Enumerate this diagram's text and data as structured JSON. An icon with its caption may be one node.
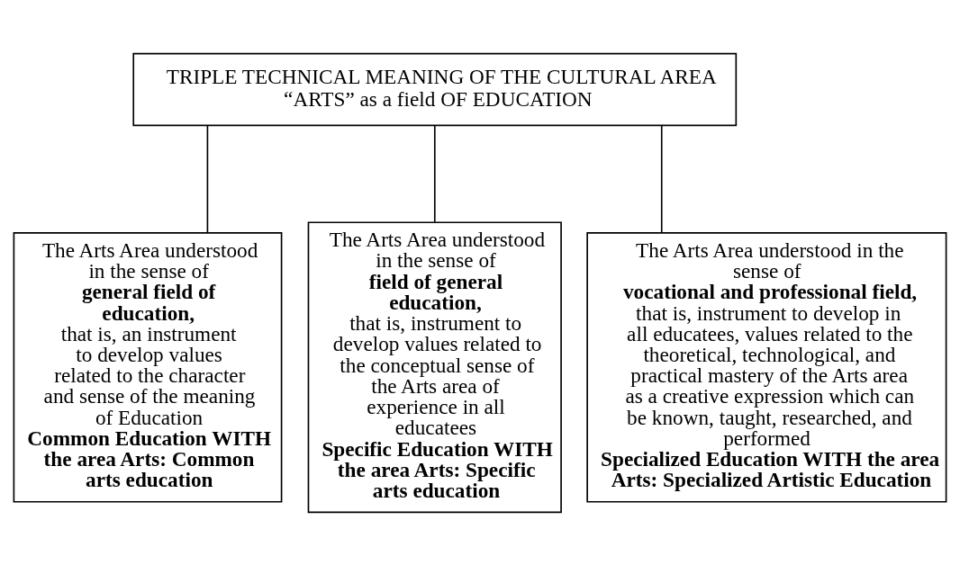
{
  "diagram": {
    "nodes": [
      {
        "text": [
          "TRIPLE TECHNICAL MEANING OF THE CULTURAL AREA “ARTS” as a field OF EDUCATION"
        ]
      },
      {
        "text": [
          "The Arts Area understood in the sense of **general field of education,** that is, an instrument to develop values related to the character and sense of the meaning of Education",
          "Common Education WITH the area Arts: Common arts education"
        ]
      },
      {
        "text": [
          "The Arts Area understood in the sense of **field of general education,** that is, instrument to develop values related to the conceptual sense of the Arts area of experience in all educatees",
          "Specific Education WITH the area Arts: Specific arts education"
        ]
      },
      {
        "text": [
          "The Arts Area understood in the sense of **vocational and professional field,** that is, instrument to develop in all educatees, values related to the theoretical, technological, and practical mastery of the Arts area as a creative expression which can be known, taught, researched, and performed",
          "Specialized Education WITH the area Arts: Specialized Artistic Education"
        ]
      }
    ],
    "edges": [
      {
        "from": 0,
        "to": 1,
        "arrow": "none"
      },
      {
        "from": 0,
        "to": 2,
        "arrow": "none"
      },
      {
        "from": 0,
        "to": 3,
        "arrow": "none"
      }
    ]
  }
}
